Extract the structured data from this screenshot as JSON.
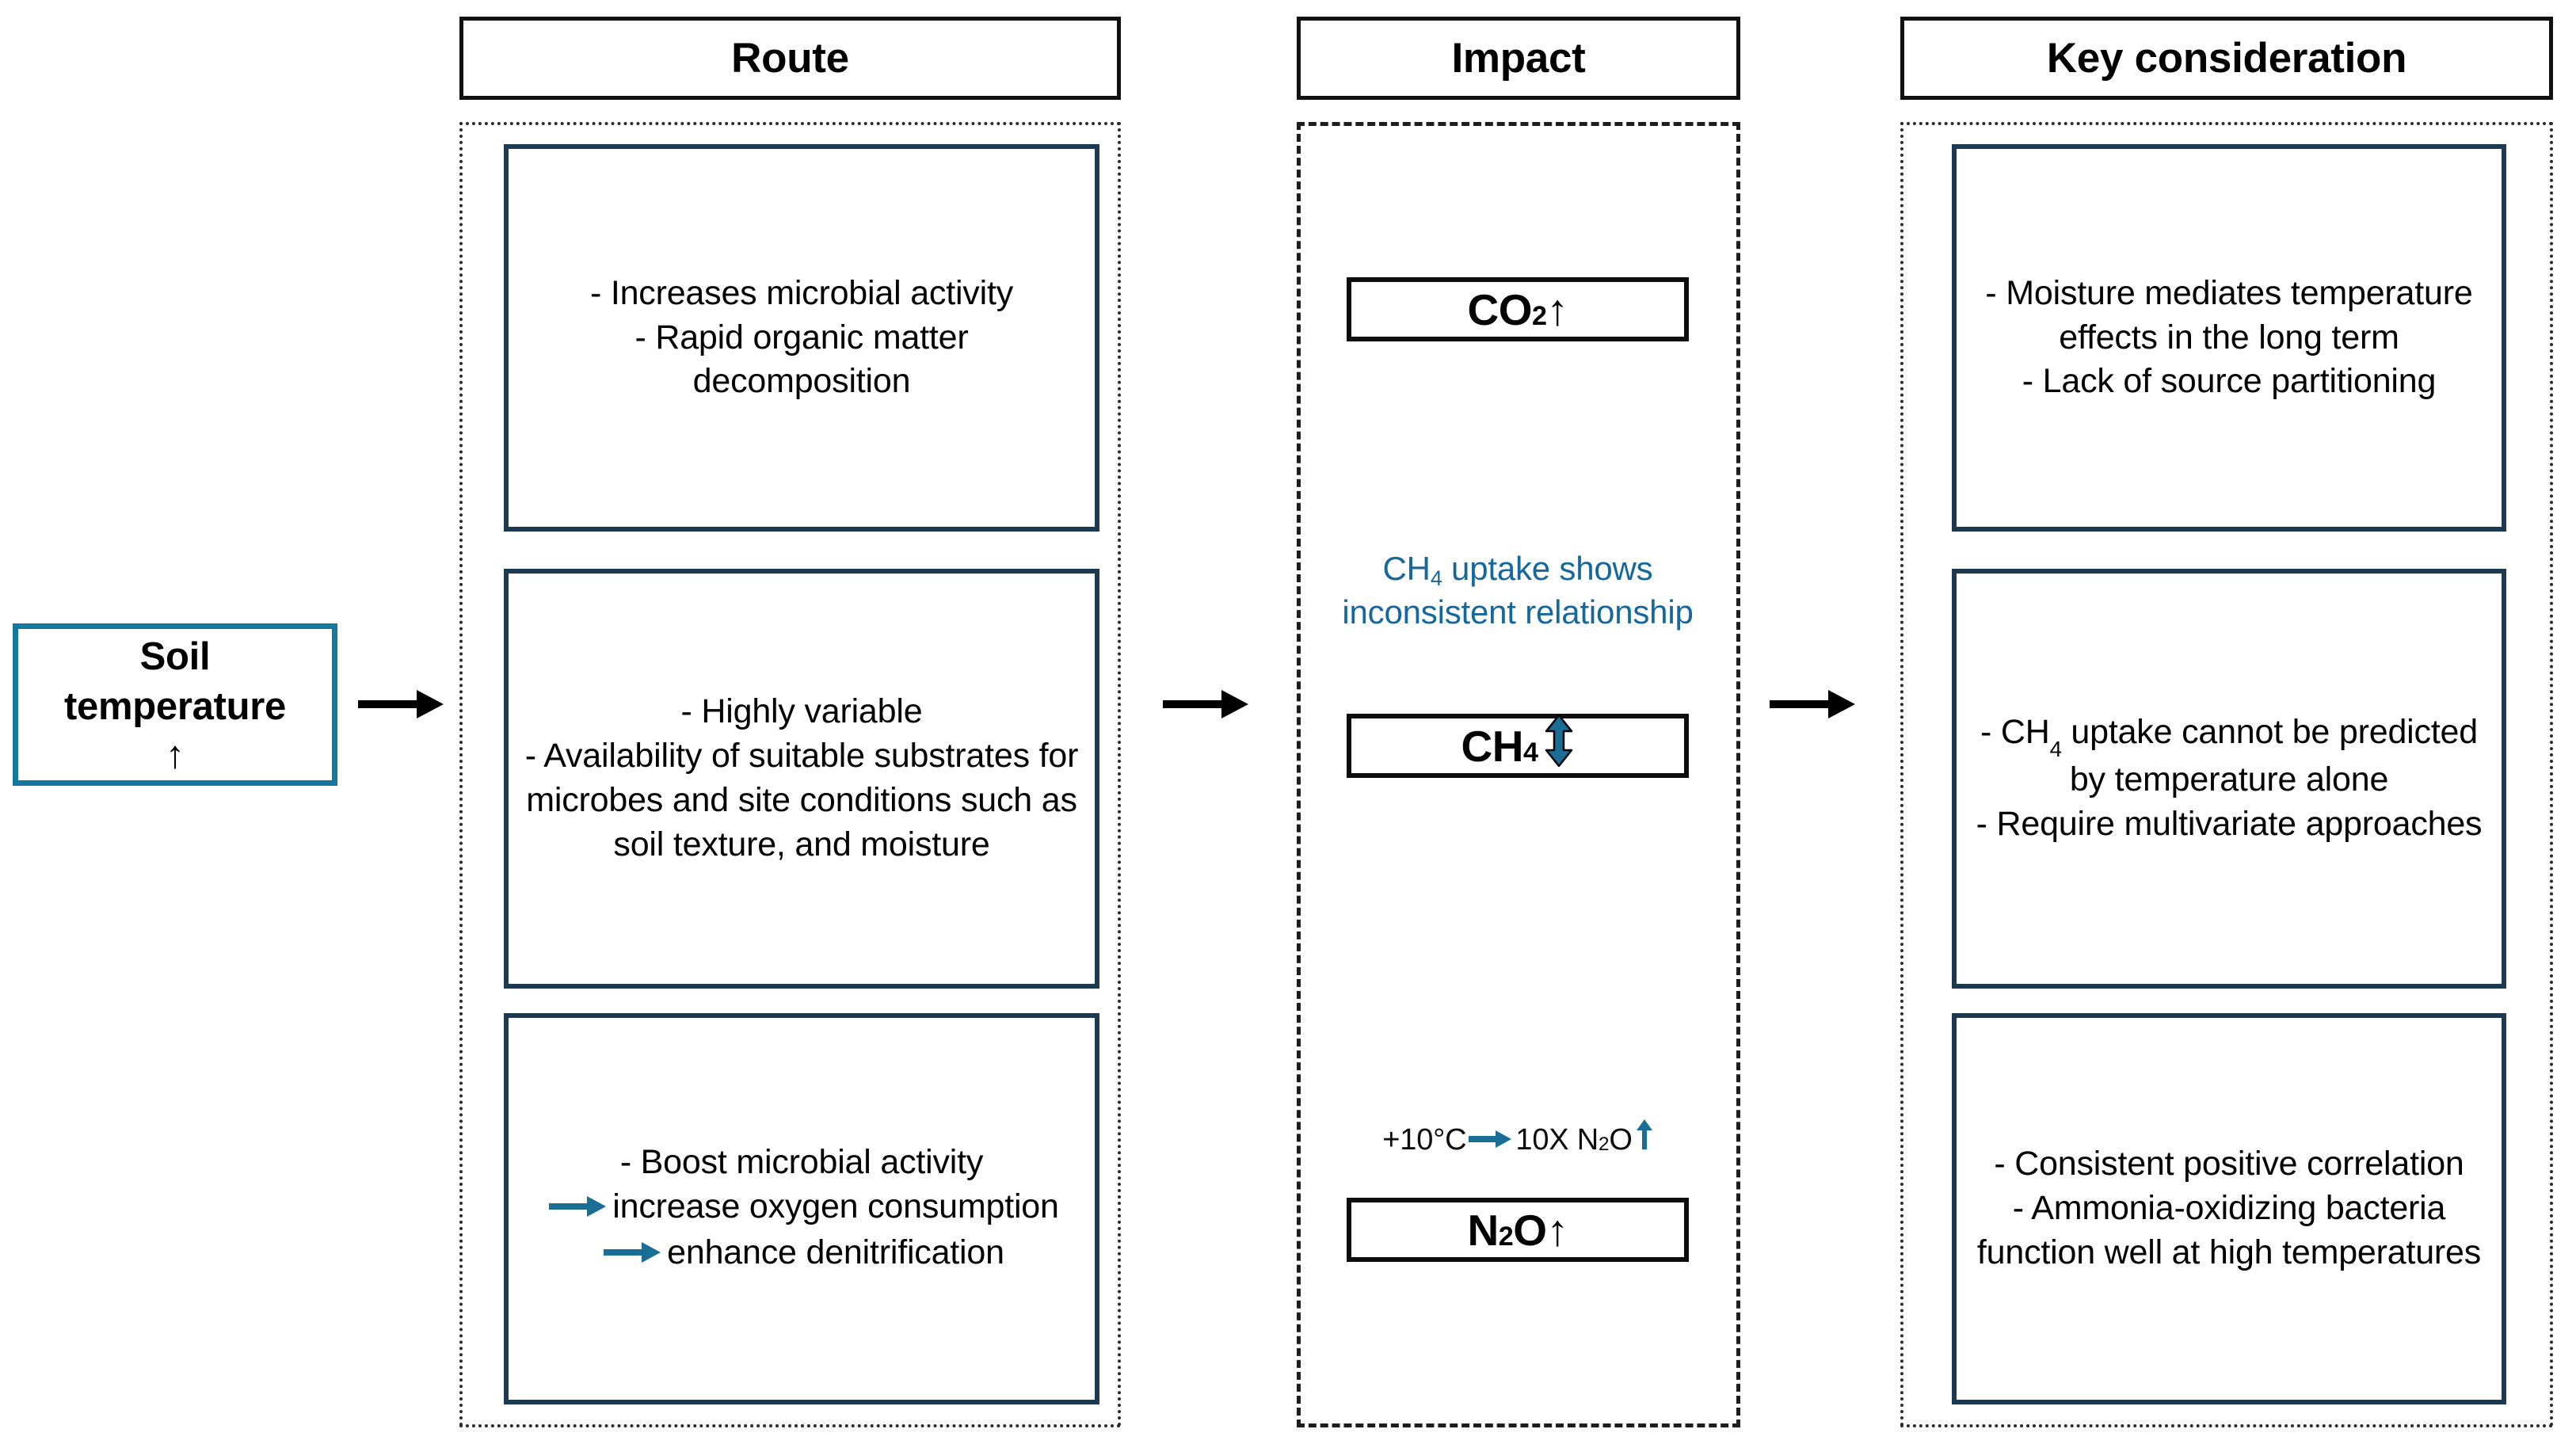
{
  "colors": {
    "teal": "#15789E",
    "navy": "#1B3A52",
    "note_blue": "#16679B",
    "black": "#0d0d0d"
  },
  "source": {
    "line1": "Soil",
    "line2": "temperature",
    "arrow": "↑",
    "arrow_icon_name": "up-arrow-icon"
  },
  "headers": {
    "route": "Route",
    "impact": "Impact",
    "key_consideration": "Key consideration"
  },
  "route": {
    "cards": [
      "- Increases microbial activity\n- Rapid organic matter decomposition",
      "- Highly variable\n- Availability of suitable substrates for microbes and site conditions such as soil texture, and moisture"
    ],
    "card3": {
      "line1": "- Boost microbial activity",
      "seg1": "increase oxygen consumption",
      "seg2": "enhance denitrification"
    }
  },
  "impact": {
    "gases": [
      {
        "formula": "CO",
        "sub": "2",
        "trend": "↑",
        "trend_icon_name": "up-arrow-icon"
      },
      {
        "formula": "CH",
        "sub": "4",
        "trend": "↕",
        "trend_icon_name": "up-down-arrow-icon"
      },
      {
        "formula": "N",
        "sub": "2",
        "suffix": "O",
        "trend": "↑",
        "trend_icon_name": "up-arrow-icon"
      }
    ],
    "ch4_note": {
      "prefix": "CH",
      "sub": "4",
      "rest": " uptake shows inconsistent relationship"
    },
    "n2o_note": {
      "before": "+10°C",
      "after_prefix": "10X N",
      "after_sub": "2",
      "after_suffix": "O",
      "trend": "↑",
      "arrow_icon_name": "right-arrow-icon"
    }
  },
  "key_consideration": {
    "card1": "- Moisture mediates temperature effects in the long term\n- Lack of source partitioning",
    "card2": {
      "prefix": "- CH",
      "sub": "4",
      "rest": " uptake cannot be predicted by temperature alone\n- Require multivariate approaches"
    },
    "card3": "- Consistent positive correlation\n- Ammonia-oxidizing bacteria function well at high temperatures"
  },
  "connectors": {
    "icon_name": "right-arrow-icon",
    "count": 3
  }
}
